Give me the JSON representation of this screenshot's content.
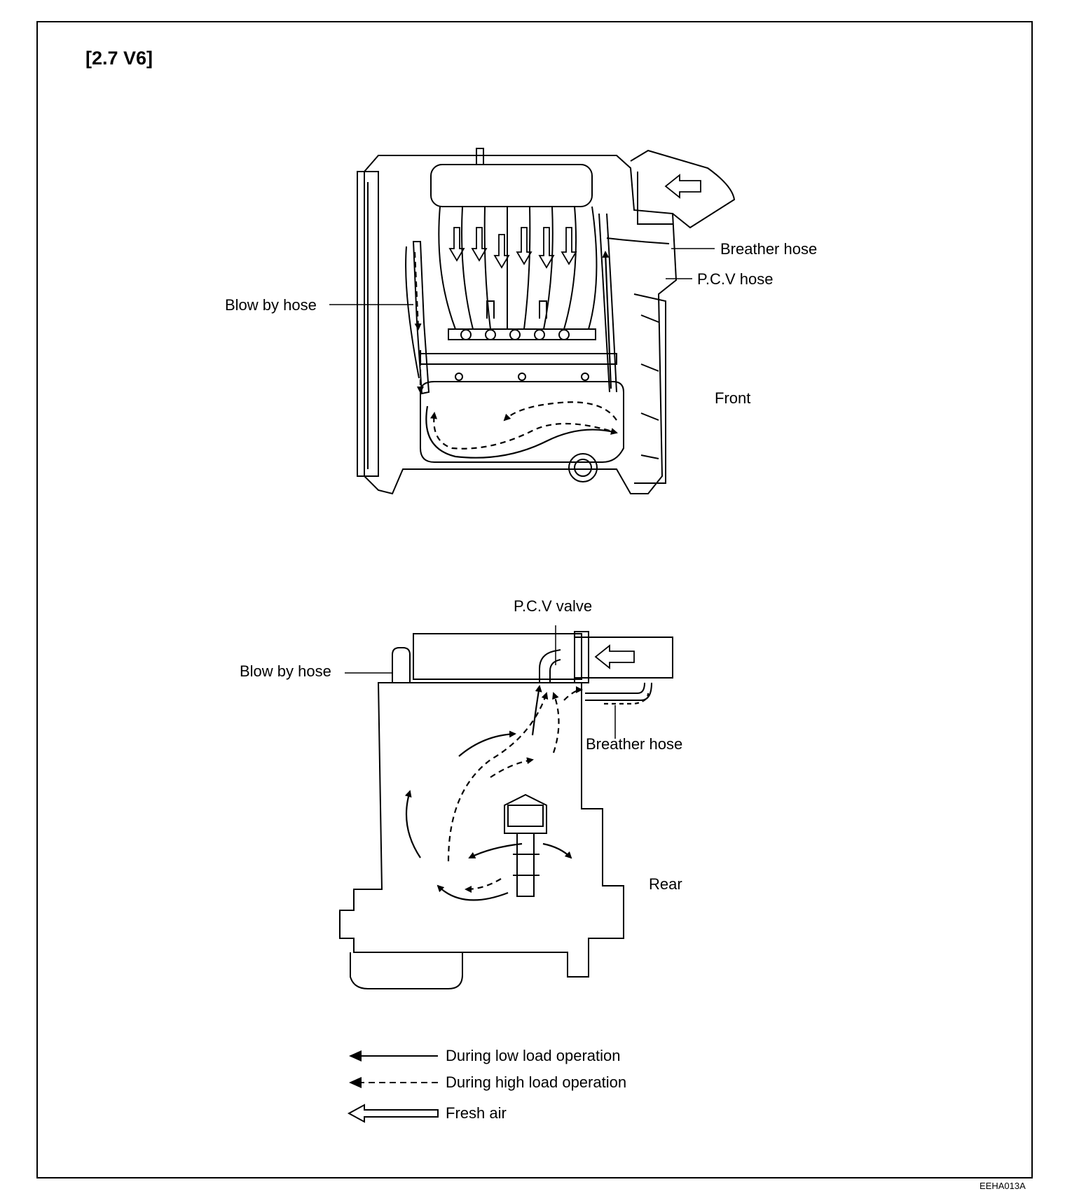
{
  "title": "[2.7  V6]",
  "figure_code": "EEHA013A",
  "top_view": {
    "labels": {
      "breather_hose": "Breather hose",
      "pcv_hose": "P.C.V hose",
      "blow_by_hose": "Blow by hose",
      "front": "Front"
    }
  },
  "side_view": {
    "labels": {
      "pcv_valve": "P.C.V valve",
      "blow_by_hose": "Blow by hose",
      "breather_hose": "Breather hose",
      "rear": "Rear"
    }
  },
  "legend": [
    {
      "icon": "solid-arrow-icon",
      "label": "During low load operation"
    },
    {
      "icon": "dashed-arrow-icon",
      "label": "During high load operation"
    },
    {
      "icon": "hollow-arrow-icon",
      "label": "Fresh air"
    }
  ]
}
